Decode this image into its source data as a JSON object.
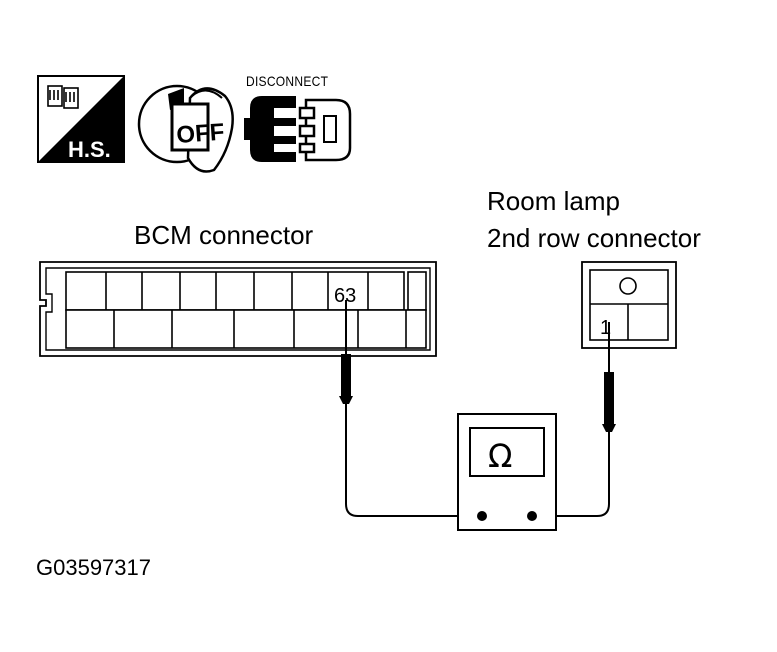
{
  "icons": {
    "hs_label": "H.S.",
    "ignition_label": "OFF",
    "disconnect_label": "DISCONNECT"
  },
  "bcm": {
    "title": "BCM connector",
    "terminal": "63"
  },
  "room_lamp": {
    "title_line1": "Room lamp",
    "title_line2": "2nd row connector",
    "terminal": "1"
  },
  "meter": {
    "symbol": "Ω"
  },
  "figure_id": "G03597317"
}
